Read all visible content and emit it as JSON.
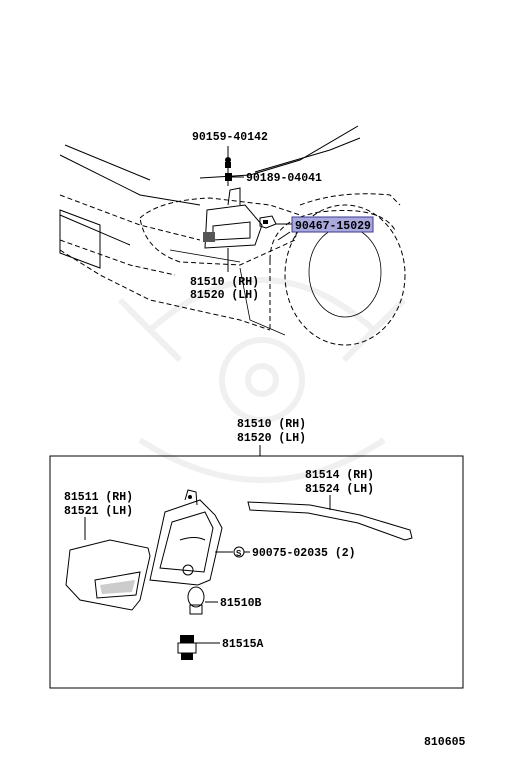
{
  "parts": {
    "screw_top": "90159-40142",
    "nut": "90189-04041",
    "clip_highlight": "90467-15029",
    "assy_rh_top": "81510 (RH)",
    "assy_lh_top": "81520 (LH)",
    "assy_rh_box": "81510 (RH)",
    "assy_lh_box": "81520 (LH)",
    "lens_rh": "81511 (RH)",
    "lens_lh": "81521 (LH)",
    "gasket_rh": "81514 (RH)",
    "gasket_lh": "81524 (LH)",
    "screw_s": "90075-02035 (2)",
    "screw_s_marker": "S",
    "bulb": "81510B",
    "socket": "81515A"
  },
  "diagram_code": "810605",
  "colors": {
    "highlight_fill": "#aaa9de",
    "highlight_border": "#3a3a8c"
  }
}
